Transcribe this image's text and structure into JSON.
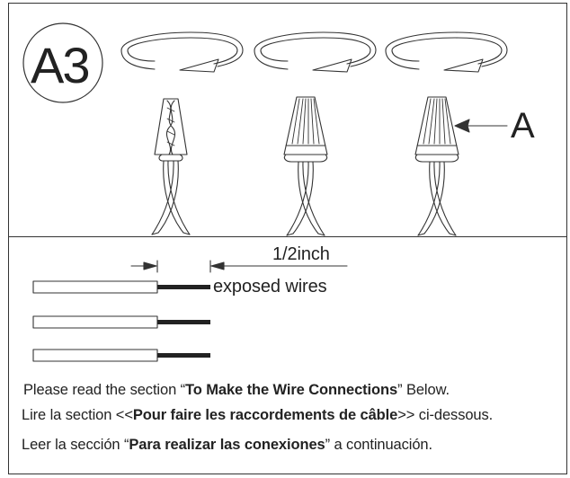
{
  "step": {
    "label": "A3"
  },
  "callout": {
    "label": "A"
  },
  "wire_strip": {
    "length_label": "1/2inch",
    "description": "exposed wires"
  },
  "instructions": {
    "en": {
      "before": "Please read the section “",
      "bold": "To Make the Wire Connections",
      "after": "” Below."
    },
    "fr": {
      "before": "Lire la section <<",
      "bold": "Pour faire les raccordements de câble",
      "after": ">> ci-dessous."
    },
    "es": {
      "before": "Leer la sección “",
      "bold": "Para realizar las conexiones",
      "after": "” a continuación."
    }
  }
}
